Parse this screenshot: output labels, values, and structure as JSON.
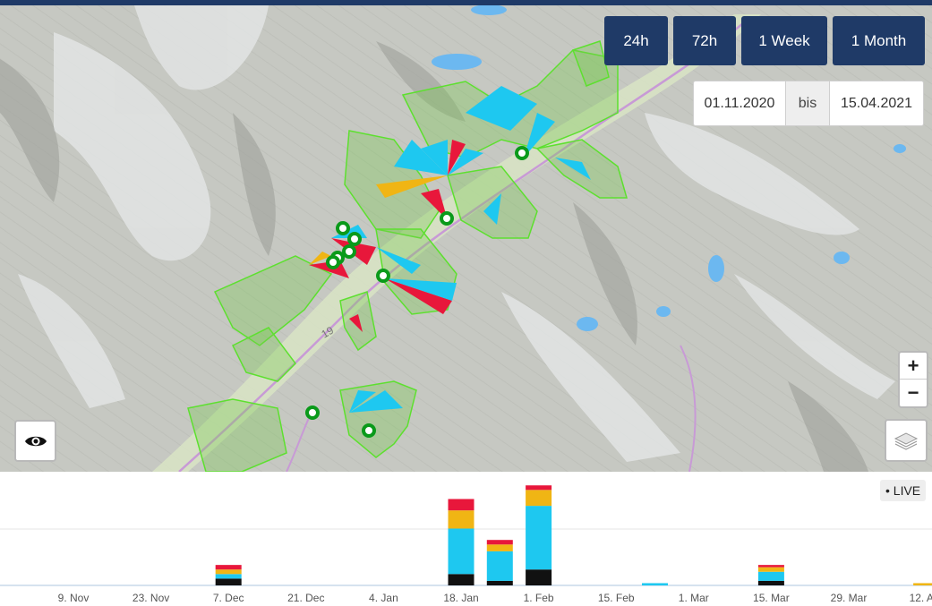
{
  "time_buttons": [
    {
      "label": "24h"
    },
    {
      "label": "72h"
    },
    {
      "label": "1 Week"
    },
    {
      "label": "1 Month"
    }
  ],
  "date_range": {
    "from": "01.11.2020",
    "separator": "bis",
    "to": "15.04.2021"
  },
  "zoom": {
    "in_label": "+",
    "out_label": "−"
  },
  "map_labels": {
    "road_number": "19"
  },
  "live_badge": "• LIVE",
  "colors": {
    "nav": "#1f3a67",
    "polygon_green": "#5de02f",
    "cyan": "#1ec8f0",
    "red": "#e8173b",
    "yellow": "#f0b514",
    "black": "#111111"
  },
  "chart_data": {
    "type": "bar",
    "stacked": true,
    "x_tick_labels": [
      "9. Nov",
      "23. Nov",
      "7. Dec",
      "21. Dec",
      "4. Jan",
      "18. Jan",
      "1. Feb",
      "15. Feb",
      "1. Mar",
      "15. Mar",
      "29. Mar",
      "12. Apr"
    ],
    "series_colors": [
      "#111111",
      "#1ec8f0",
      "#f0b514",
      "#e8173b"
    ],
    "bars": [
      {
        "x": "7. Dec",
        "values": [
          3,
          2,
          2,
          2
        ]
      },
      {
        "x": "18. Jan",
        "values": [
          5,
          20,
          8,
          5
        ]
      },
      {
        "x": "25. Jan",
        "values": [
          2,
          13,
          3,
          2
        ]
      },
      {
        "x": "1. Feb",
        "values": [
          7,
          28,
          7,
          2
        ]
      },
      {
        "x": "22. Feb",
        "values": [
          0,
          1,
          0,
          0
        ]
      },
      {
        "x": "15. Mar",
        "values": [
          2,
          4,
          2,
          1
        ]
      },
      {
        "x": "12. Apr",
        "values": [
          0,
          0,
          1,
          0
        ]
      }
    ],
    "ylim": [
      0,
      50
    ],
    "grid": true,
    "legend": "none"
  }
}
